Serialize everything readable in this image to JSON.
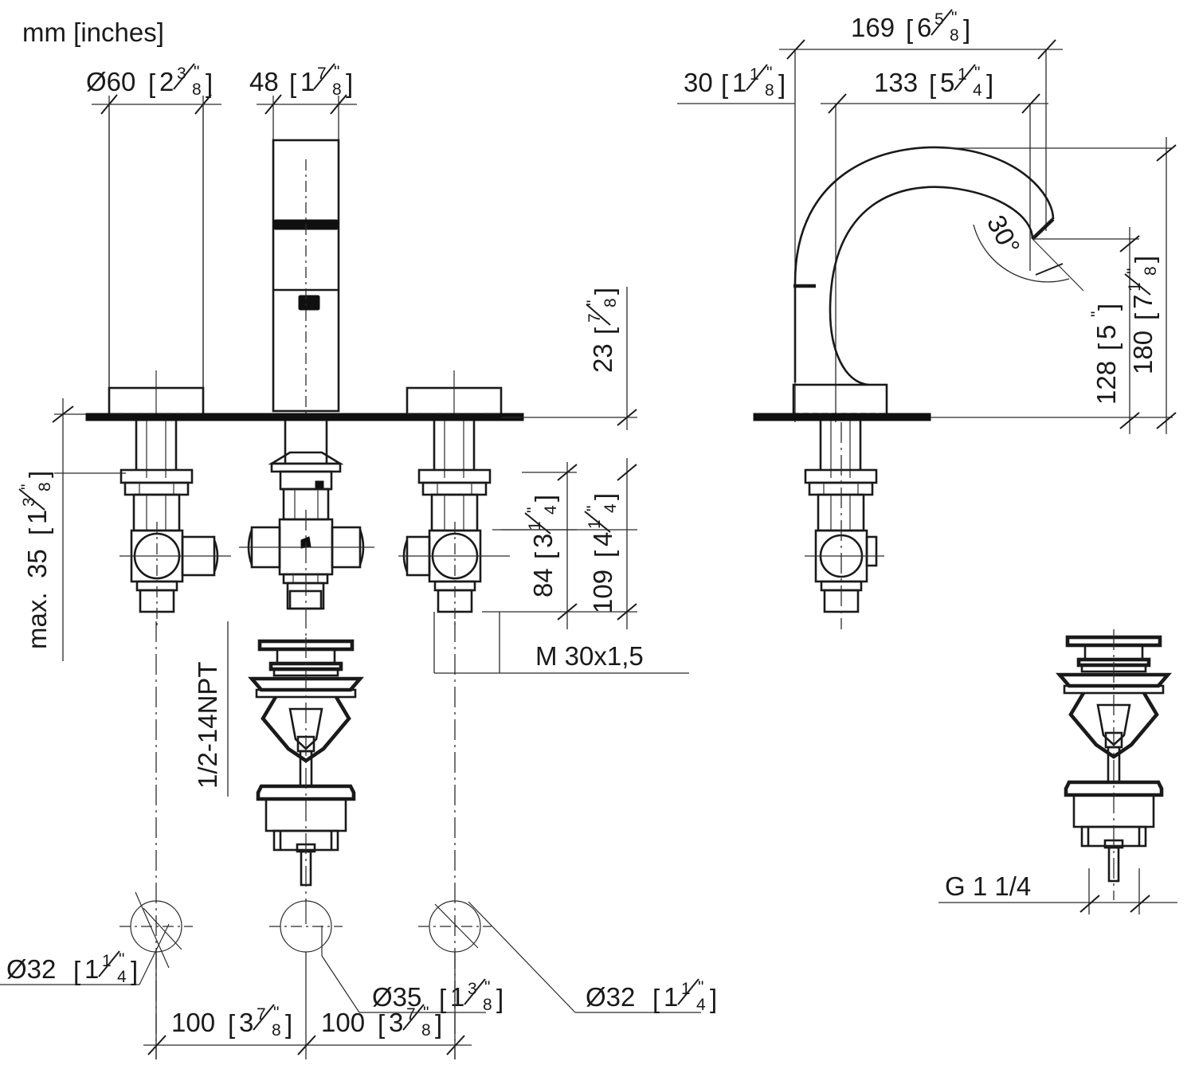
{
  "drawing": {
    "units_note": "mm [inches]",
    "title": "Three-hole basin mixer technical dimension drawing"
  },
  "dimensions": {
    "handle_diameter": {
      "mm": "Ø60",
      "inch": "2",
      "num": "3",
      "den": "8"
    },
    "spout_handle_width": {
      "mm": "48",
      "inch": "1",
      "num": "7",
      "den": "8"
    },
    "spout_reach_total": {
      "mm": "169",
      "inch": "6",
      "num": "5",
      "den": "8"
    },
    "spout_reach_inner": {
      "mm": "133",
      "inch": "5",
      "num": "1",
      "den": "4"
    },
    "spout_offset": {
      "mm": "30",
      "inch": "1",
      "num": "1",
      "den": "8"
    },
    "spout_height_outlet": {
      "mm": "128",
      "inch": "5",
      "num": "",
      "den": ""
    },
    "spout_height_total": {
      "mm": "180",
      "inch": "7",
      "num": "1",
      "den": "8"
    },
    "deck_to_body_top": {
      "mm": "23",
      "inch": "",
      "num": "7",
      "den": "8"
    },
    "shank_len_84": {
      "mm": "84",
      "inch": "3",
      "num": "1",
      "den": "4"
    },
    "shank_len_109": {
      "mm": "109",
      "inch": "4",
      "num": "1",
      "den": "4"
    },
    "max_deck_thickness": {
      "prefix": "max. ",
      "mm": "35",
      "inch": "1",
      "num": "3",
      "den": "8"
    },
    "hole_left": {
      "mm": "Ø32",
      "inch": "1",
      "num": "1",
      "den": "4"
    },
    "hole_center": {
      "mm": "Ø35",
      "inch": "1",
      "num": "3",
      "den": "8"
    },
    "hole_right": {
      "mm": "Ø32",
      "inch": "1",
      "num": "1",
      "den": "4"
    },
    "spacing_left": {
      "mm": "100",
      "inch": "3",
      "num": "7",
      "den": "8"
    },
    "spacing_right": {
      "mm": "100",
      "inch": "3",
      "num": "7",
      "den": "8"
    },
    "angle_spout": "30°"
  },
  "labels": {
    "thread_npt": "1/2-14NPT",
    "thread_metric": "M 30x1,5",
    "thread_drain": "G 1 1/4"
  }
}
